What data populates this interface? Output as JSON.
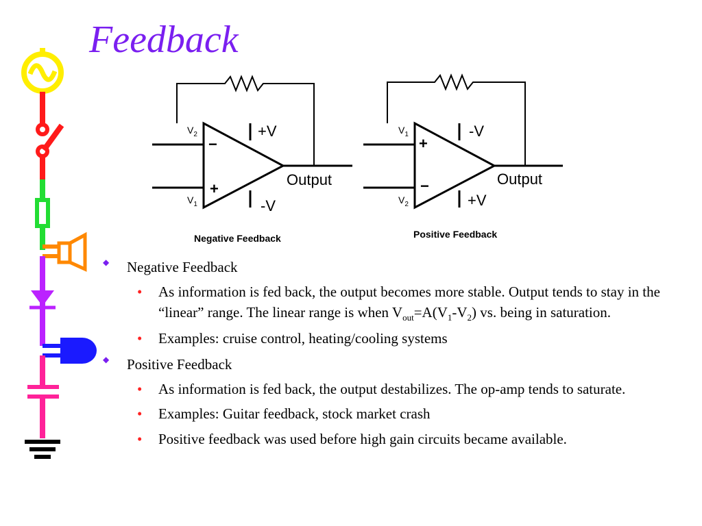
{
  "slide": {
    "title": "Feedback",
    "title_color": "#7a1ff0",
    "bullet_l1_color": "#7a1ff0",
    "bullet_l2_color": "#ff2222"
  },
  "circuits": {
    "negative": {
      "caption": "Negative Feedback",
      "top_input_label": "V",
      "top_input_sub": "2",
      "top_sign": "−",
      "bottom_input_label": "V",
      "bottom_input_sub": "1",
      "bottom_sign": "+",
      "top_supply": "+V",
      "bottom_supply": "-V",
      "output_label": "Output"
    },
    "positive": {
      "caption": "Positive Feedback",
      "top_input_label": "V",
      "top_input_sub": "1",
      "top_sign": "+",
      "bottom_input_label": "V",
      "bottom_input_sub": "2",
      "bottom_sign": "−",
      "top_supply": "-V",
      "bottom_supply": "+V",
      "output_label": "Output"
    }
  },
  "bullets": {
    "negative": {
      "heading": "Negative Feedback",
      "item1": {
        "t1": "As information is fed back, the output becomes more stable.  Output tends to stay in the “linear” range.  The linear range is when V",
        "s1": "out",
        "t2": "=A(V",
        "s2": "1",
        "t3": "-V",
        "s3": "2",
        "t4": ") vs. being in saturation."
      },
      "item2": "Examples: cruise control, heating/cooling systems"
    },
    "positive": {
      "heading": "Positive Feedback",
      "item1": "As information is fed back, the output destabilizes. The op-amp tends to saturate.",
      "item2": "Examples: Guitar feedback, stock market crash",
      "item3": "Positive feedback was used before high gain circuits became available."
    },
    "marker_l1": "◆",
    "marker_l2": "•"
  },
  "decor": {
    "icons": [
      "ac-source-icon",
      "switch-icon",
      "fuse-icon",
      "speaker-icon",
      "diode-icon",
      "lamp-icon",
      "capacitor-icon",
      "ground-icon"
    ],
    "colors": {
      "yellow": "#ffee00",
      "red": "#ff1a1a",
      "green": "#22dd33",
      "orange": "#ff8800",
      "purple": "#bb22ff",
      "blue": "#1a1aff",
      "pink": "#ff2299",
      "black": "#000000"
    }
  }
}
